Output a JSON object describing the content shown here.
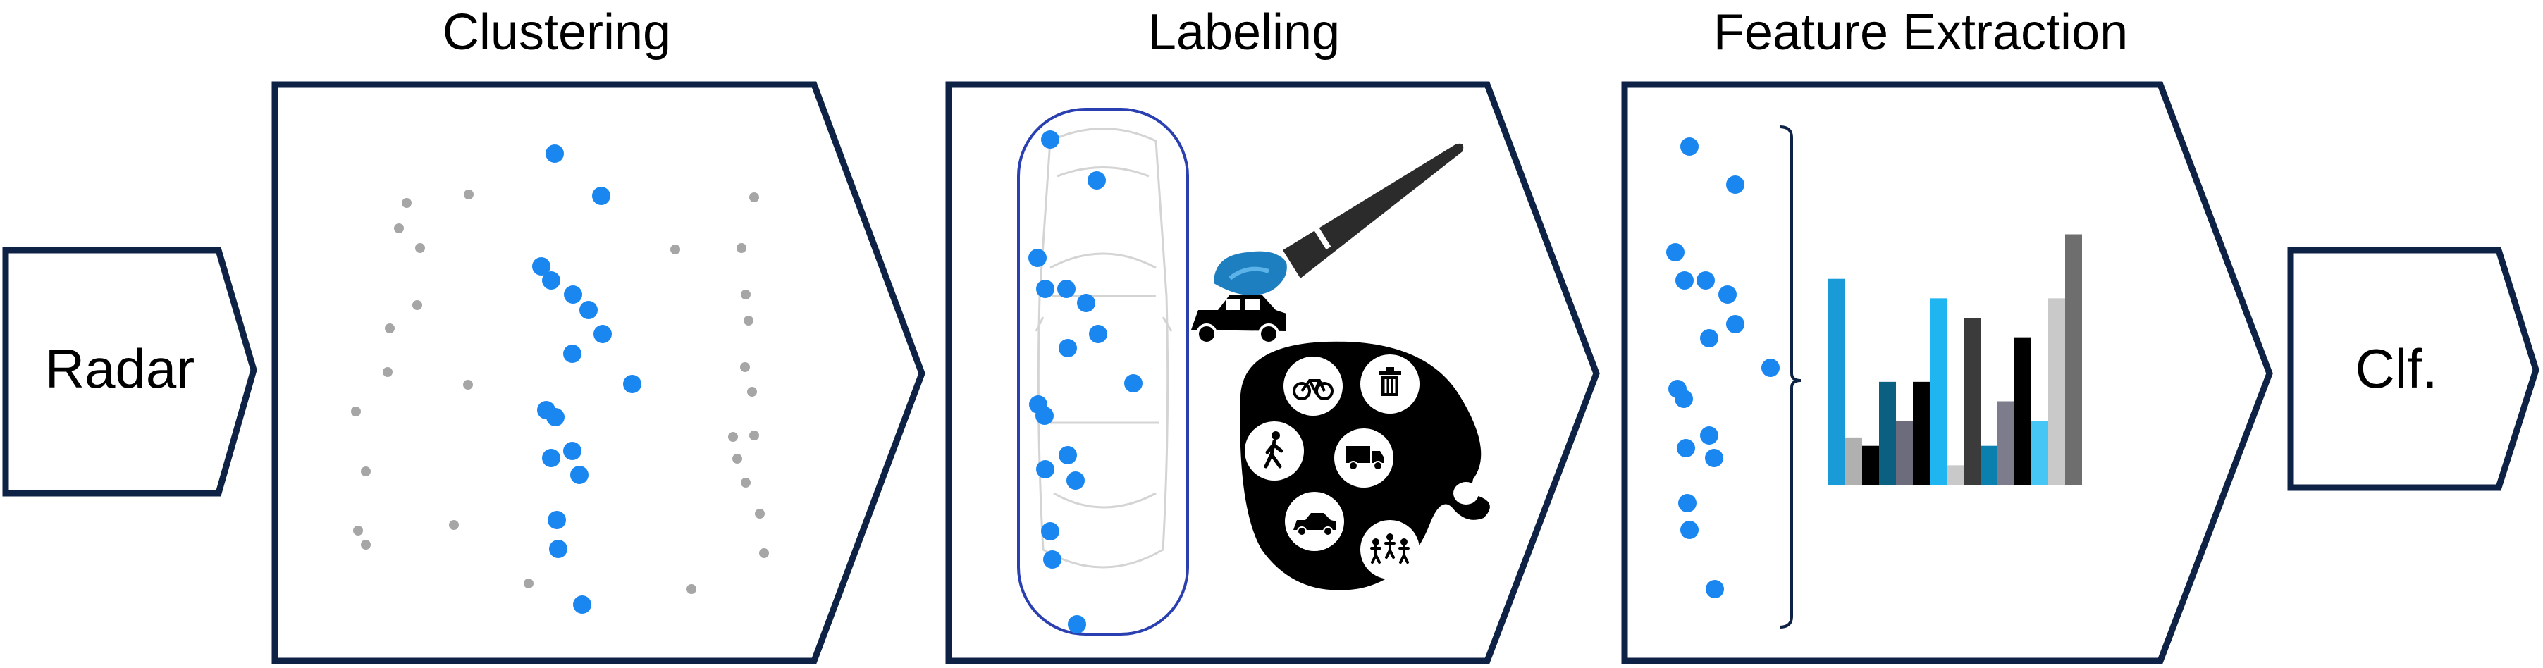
{
  "stages": [
    {
      "id": "radar",
      "label": "Radar"
    },
    {
      "id": "clustering",
      "title": "Clustering"
    },
    {
      "id": "labeling",
      "title": "Labeling"
    },
    {
      "id": "feature_extraction",
      "title": "Feature Extraction"
    },
    {
      "id": "classifier",
      "label": "Clf."
    }
  ],
  "colors": {
    "outline": "#0d2244",
    "cluster_point": "#1a87f0",
    "noise_point": "#a6a6a6",
    "car_outline": "#2a3fb0",
    "palette": "#000000",
    "brush_handle": "#2b2b2b",
    "brush_tip": "#1e7fc0"
  },
  "icons": {
    "labeling": [
      "paintbrush-icon",
      "car-icon",
      "palette-icon",
      "bicycle-icon",
      "trash-can-icon",
      "pedestrian-icon",
      "truck-icon",
      "car-icon",
      "pedestrian-group-icon"
    ],
    "feature_extraction": [
      "bracket-icon",
      "bar-chart-icon"
    ]
  },
  "feature_bar_colors": [
    "#1a9bd7",
    "#b0b0b0",
    "#000000",
    "#0b5f80",
    "#6c6c7c",
    "#000000",
    "#1fb5f0",
    "#c9c9c9",
    "#3b3b3b",
    "#0b7fae",
    "#7c7c8c",
    "#000000",
    "#45c6f5",
    "#c9c9c9",
    "#6e6e6e"
  ],
  "feature_bar_levels": [
    0.74,
    0.17,
    0.14,
    0.37,
    0.23,
    0.37,
    0.67,
    0.07,
    0.6,
    0.14,
    0.3,
    0.53,
    0.23,
    0.67,
    0.9
  ]
}
